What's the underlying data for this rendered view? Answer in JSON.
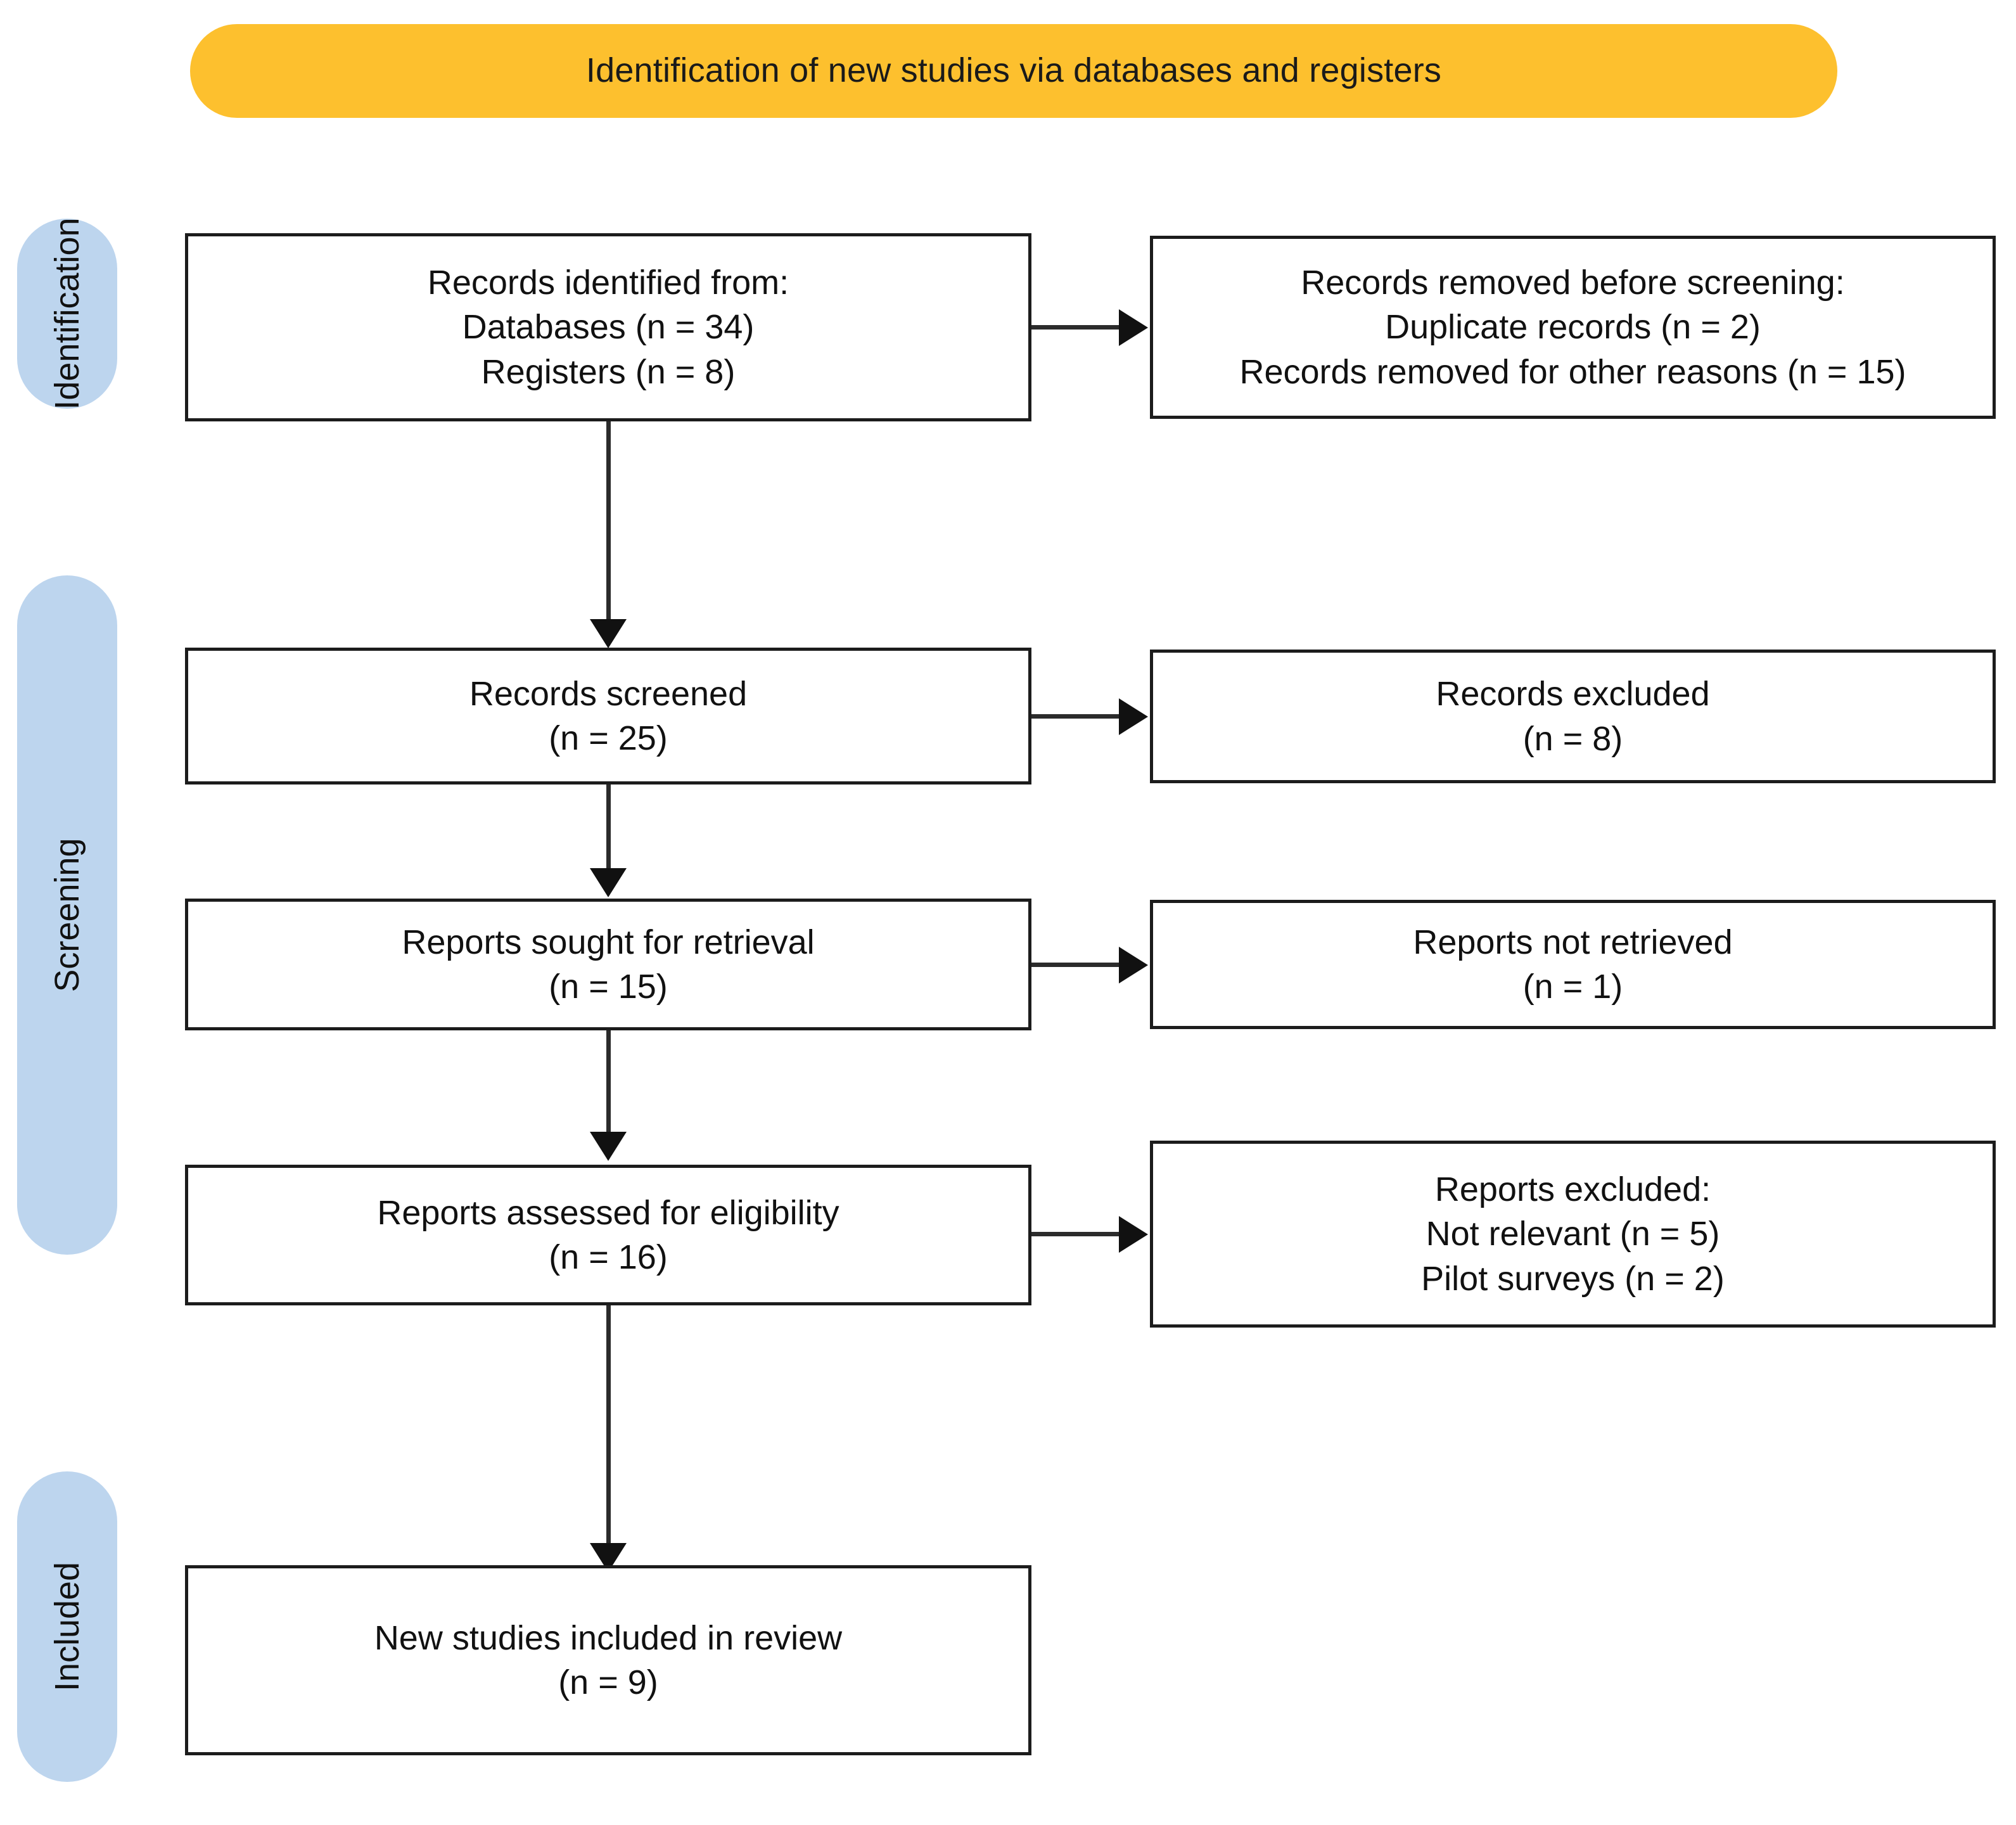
{
  "diagram": {
    "type": "prisma-flow-diagram",
    "title": "Identification of new studies via databases and registers",
    "colors": {
      "banner": "#FDC02E",
      "stage_pill": "#BDD5EE",
      "box_border": "#1C1C1C",
      "connector": "#2B2B2B",
      "background": "#FFFFFF",
      "text": "#111111"
    }
  },
  "stages": [
    {
      "key": "identification",
      "label": "Identification"
    },
    {
      "key": "screening",
      "label": "Screening"
    },
    {
      "key": "included",
      "label": "Included"
    }
  ],
  "boxes": {
    "records_identified": {
      "text": "Records identified from:\nDatabases (n = 34)\nRegisters (n = 8)",
      "lines": [
        "Records identified from:",
        "Databases (n = 34)",
        "Registers (n = 8)"
      ],
      "counts": {
        "databases": 34,
        "registers": 8
      }
    },
    "records_removed": {
      "text": "Records removed before screening:\nDuplicate records (n = 2)\nRecords removed for other reasons (n = 15)",
      "lines": [
        "Records removed before screening:",
        "Duplicate records (n = 2)",
        "Records removed for other reasons (n = 15)"
      ],
      "counts": {
        "duplicate_records": 2,
        "removed_other_reasons": 15
      }
    },
    "records_screened": {
      "text": "Records screened\n(n = 25)",
      "lines": [
        "Records screened",
        "(n = 25)"
      ],
      "counts": {
        "n": 25
      }
    },
    "records_excluded": {
      "text": "Records excluded\n(n = 8)",
      "lines": [
        "Records excluded",
        "(n = 8)"
      ],
      "counts": {
        "n": 8
      }
    },
    "reports_sought": {
      "text": "Reports sought for retrieval\n(n = 15)",
      "lines": [
        "Reports sought for retrieval",
        "(n = 15)"
      ],
      "counts": {
        "n": 15
      }
    },
    "reports_not_retrieved": {
      "text": "Reports not retrieved\n(n = 1)",
      "lines": [
        "Reports not retrieved",
        "(n = 1)"
      ],
      "counts": {
        "n": 1
      }
    },
    "reports_assessed": {
      "text": "Reports assessed for eligibility\n(n = 16)",
      "lines": [
        "Reports assessed for eligibility",
        "(n = 16)"
      ],
      "counts": {
        "n": 16
      }
    },
    "reports_excluded": {
      "text": "Reports excluded:\nNot relevant (n = 5)\nPilot surveys  (n = 2)",
      "lines": [
        "Reports excluded:",
        "Not relevant (n = 5)",
        "Pilot surveys  (n = 2)"
      ],
      "counts": {
        "not_relevant": 5,
        "pilot_surveys": 2
      }
    },
    "new_studies_included": {
      "text": "New studies included in review\n(n = 9)",
      "lines": [
        "New studies included in review",
        "(n = 9)"
      ],
      "counts": {
        "n": 9
      }
    }
  }
}
